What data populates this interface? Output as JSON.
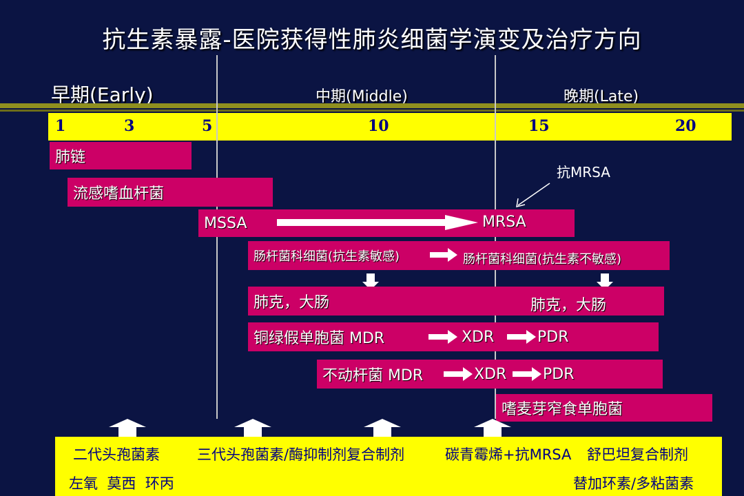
{
  "title": "抗生素暴露-医院获得性肺炎细菌学演变及治疗方向",
  "phases": {
    "early": "早期(Early)",
    "middle": "中期(Middle)",
    "late": "晚期(Late)"
  },
  "timeline_ticks": [
    "1",
    "3",
    "5",
    "10",
    "15",
    "20"
  ],
  "annotation": "抗MRSA",
  "bars": {
    "b1": "肺链",
    "b2": "流感嗜血杆菌",
    "b3_left": "MSSA",
    "b3_right": "MRSA",
    "b4_left": "肠杆菌科细菌(抗生素敏感)",
    "b4_right": "肠杆菌科细菌(抗生素不敏感)",
    "b5_left": "肺克，大肠",
    "b5_right": "肺克，大肠",
    "b6_a": "铜绿假单胞菌 MDR",
    "b6_b": "XDR",
    "b6_c": "PDR",
    "b7_a": "不动杆菌 MDR",
    "b7_b": "XDR",
    "b7_c": "PDR",
    "b8": "嗜麦芽窄食单胞菌"
  },
  "treatments": {
    "t1": "二代头孢菌素",
    "t2": "三代头孢菌素/酶抑制剂复合制剂",
    "t3": "碳青霉烯+抗MRSA",
    "t4": "舒巴坦复合制剂",
    "t5": "左氧  莫西  环丙",
    "t6": "替加环素/多粘菌素"
  },
  "colors": {
    "background": "#0b1443",
    "bar": "#cc0066",
    "timeline": "#ffff00",
    "tick_text": "#000080",
    "stripe": "#8f8f1f"
  }
}
